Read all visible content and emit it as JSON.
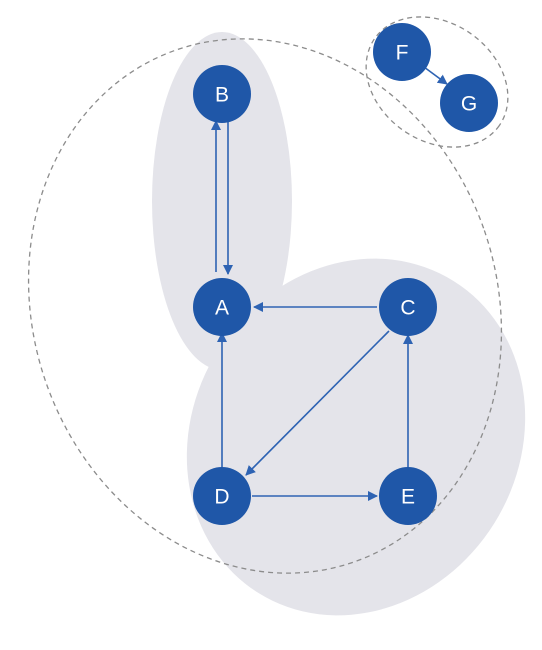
{
  "colors": {
    "node_fill": "#1f57a8",
    "edge": "#2e63b3",
    "label": "#ffffff",
    "shaded_region": "#e4e4ea",
    "dashed_outline": "#8c8c8c",
    "background": "#ffffff"
  },
  "nodes": [
    {
      "id": "A",
      "label": "A"
    },
    {
      "id": "B",
      "label": "B"
    },
    {
      "id": "C",
      "label": "C"
    },
    {
      "id": "D",
      "label": "D"
    },
    {
      "id": "E",
      "label": "E"
    },
    {
      "id": "F",
      "label": "F"
    },
    {
      "id": "G",
      "label": "G"
    }
  ],
  "edges": [
    {
      "from": "A",
      "to": "B"
    },
    {
      "from": "B",
      "to": "A"
    },
    {
      "from": "C",
      "to": "A"
    },
    {
      "from": "C",
      "to": "D"
    },
    {
      "from": "D",
      "to": "A"
    },
    {
      "from": "D",
      "to": "E"
    },
    {
      "from": "E",
      "to": "C"
    },
    {
      "from": "F",
      "to": "G"
    }
  ],
  "groups": {
    "shaded": [
      [
        "A",
        "B"
      ],
      [
        "C",
        "D",
        "E"
      ]
    ],
    "dashed": [
      [
        "A",
        "B",
        "C",
        "D",
        "E"
      ],
      [
        "F",
        "G"
      ]
    ]
  }
}
